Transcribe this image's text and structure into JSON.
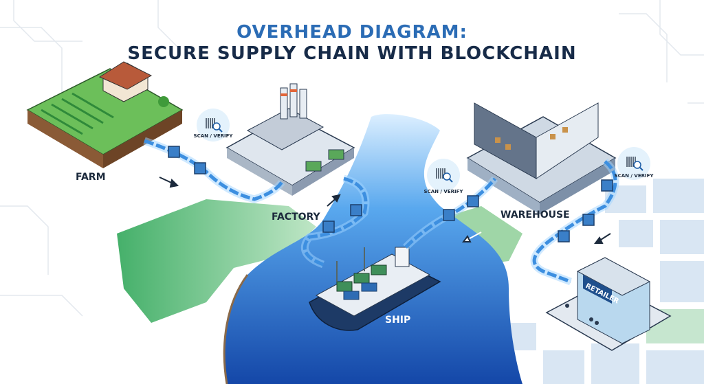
{
  "title": {
    "line1": "OVERHEAD DIAGRAM:",
    "line2": "SECURE SUPPLY CHAIN WITH BLOCKCHAIN"
  },
  "stations": {
    "farm": "FARM",
    "factory": "FACTORY",
    "ship": "SHIP",
    "warehouse": "WAREHOUSE",
    "retailer_sign": "RETAILER"
  },
  "checkpoints": [
    {
      "label": "SCAN / VERIFY"
    },
    {
      "label": "SCAN / VERIFY"
    },
    {
      "label": "SCAN / VERIFY"
    }
  ],
  "colors": {
    "title_accent": "#2b6cb5",
    "title_dark": "#172b48",
    "water": "#1f6fd0",
    "land": "#5fbf7a",
    "chain": "#3d8fe0",
    "flow_glow": "#f39a4a"
  }
}
